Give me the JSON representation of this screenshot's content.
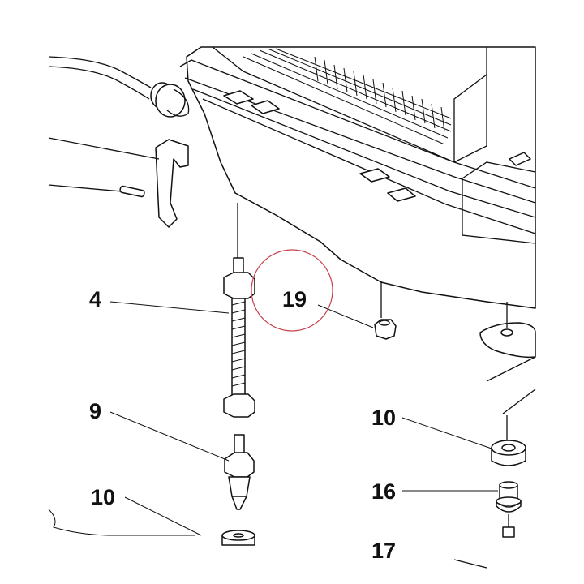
{
  "diagram": {
    "part_labels": [
      "4",
      "9",
      "10",
      "19",
      "10",
      "16",
      "17"
    ],
    "highlight_color": "#c8404a",
    "line_color": "#111111",
    "background": "#ffffff"
  }
}
